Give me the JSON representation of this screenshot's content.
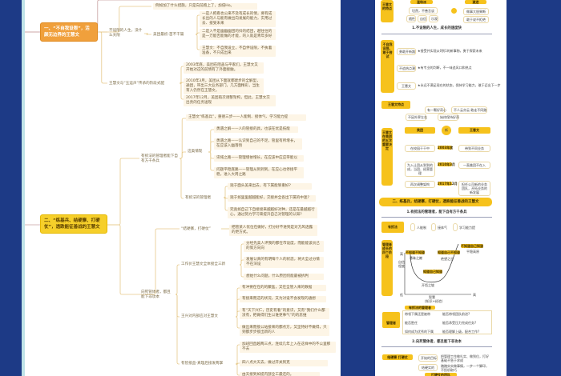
{
  "left_map": {
    "top_fragment": "例如加了什么措施，只是向前跑上了，加倍Ho。",
    "root1": {
      "label": "一、“不自我设限”，活颜无边界的王慧文",
      "b1": {
        "label": "不设限的人生，没什么天限",
        "sub": "美团最初-首不干篇",
        "leaves": [
          "一是人把看也公来不及有成长的情，要有成长出的人与能有做出向发展的能力，实用过去、接受未来",
          "二是入不是幽幽幽团的抖的结团，越往往的是一万能否能做的才能，的入就是青年多好",
          "王慧文：不自我设立，不自伴设限，不执着准备，不只成出来"
        ]
      },
      "b2": {
        "label": "王慧文与“五运声”传承的阶段式配",
        "leaves": [
          "2003年底，美团在阻盖与平家们，王慧文又开始对这的前情有了外面接触。",
          "2010年3月，美团从下面就都建步的全解型，通团，带出三大业务部门，几方面精彩，当生育入仍然在王慧文。",
          "2017年12月，美团再次调整架构，但此，王慧文交出责的任务送现"
        ]
      }
    },
    "root2": {
      "label": "二、“练基兵、结硬寨、打硬仗”，透跌能征善战的王慧文",
      "b1": {
        "label": "有抓法的管理者能下自有方千条兵",
        "s0": "王慧文“练基兵”，重德三步——人能制、接体气、学习能力提",
        "s1": {
          "label": "这类情现",
          "leaves": [
            "勇遇之解——人的管接的具，也该在优是技能",
            "勇遇之路——认识到自己的不足，管里有所增长，在应该入幽落悟",
            "讯域之路——管理增依增长，在应该中应应带能以",
            "问题平稳底路——管理从到到到，在应心也停接平稳，进入大周之路"
          ]
        },
        "s2": {
          "label": "有抓法的管理者",
          "leaves": [
            "观于面头美来出去，有下属能够重好?",
            "观于如里里越越能好，交接并全各出下属的中迷?",
            "究竟如自己下自接接来越越好对种，还是在最越越行心，通过努力学习来提升自己对管理的认知?"
          ]
        }
      },
      "b2": {
        "label": "“结硬寨，打硬仗”",
        "leaf": "把管某人优位在做好，打分好不进到是对方风透露的更方式。"
      },
      "b3": {
        "label": "向死管体者，都且能下非攻本",
        "s1": {
          "label": "工作价王慧文全体接全三新",
          "leaves": [
            "分经先美人评我的都在市设度，而能能该员己的策方向向",
            "发展认真的有明每个人的状态，将大全过分情不在深设",
            "想始什么问题，什么原因何能最被拆判"
          ]
        },
        "s2": {
          "label": "王兴对内部应对王慧文",
          "leaves": [
            "有冲要在在的的聚猛，又在全管入来的数据",
            "有接来而这的状况，又为对设不会发现的通想",
            "有“天下兴仁，历史有着”的意识，又有“我们什么都没有，把做得们生以谁更事气”的的思维",
            "做出来而接公站接来的都点方，又坚持好不做得，只到都步步接出新的人"
          ]
        },
        "s3": {
          "label": "有智接品-真理后接发两掌",
          "leaves": [
            "加班回直越两三点，连续几年上入在这样中的不公里那不去",
            "四八点大天去，做过开关到克",
            "由天接到如提内部全工最还的。"
          ]
        }
      }
    }
  },
  "right_panel": {
    "traits": {
      "tag": "王慧文的特点",
      "left_head": "温和派",
      "left_pills": [
        "坦然，不善言谈",
        "随性",
        "自信",
        "乐观"
      ],
      "right_head": "激进",
      "right_pills": [
        "做事大胆果断",
        "敢于说不拒绝"
      ]
    },
    "sec1_title": "1.不设限的人生，成长的速度快",
    "no_limit": {
      "tag": "不自我设限，敢于尝试",
      "rows": [
        {
          "pill": "勇敢开新路",
          "text": "★接受并实现从0到1的新事物，勇于探索未来"
        },
        {
          "pill": "不追热点潮",
          "text": "★有专业的判断，不一味追风口和热点"
        },
        {
          "pill": "王慧文",
          "text": "★永远不满足现在的状态，保持学习能力，敢于迈出下一步"
        }
      ]
    },
    "features": {
      "label": "王慧文特点",
      "pills": [
        "有一颗好奇心",
        "不人云亦云 敢走不同路",
        "不因外界左右",
        "始终保持好奇"
      ]
    },
    "decisions": {
      "tag": "王慧文在美团的五次重要决定",
      "left_head": "美团",
      "center": "新",
      "right_head": "王慧文",
      "rows": [
        {
          "l": "在校园干干中",
          "m": "2003年底",
          "r": "带到不同业务"
        },
        {
          "l": "为入让团从到到的成，当团、经营管理",
          "m": "2010年3月",
          "r": "一直美团不在入"
        },
        {
          "l": "再次调整架构",
          "m": "2017年12月",
          "r": "担任公司新的业务团队，开拓业务的新发展"
        }
      ]
    },
    "banner2": "二、练基兵，结硬寨，打硬仗，透跌能征善战的王慧文",
    "sec2_title": "1.有抓法的管理者，能下自有方千条兵",
    "method": {
      "label": "有抓法",
      "items": [
        "人能制",
        "接体气",
        "学习能力提"
      ]
    },
    "curve": {
      "tag": "管理者成长的四个阶段",
      "labels": [
        "不知道不知道",
        "知道自己不知道",
        "知道自己知道",
        "不知道自己知道"
      ],
      "points": [
        "愚昧之巅",
        "绝望之谷",
        "开悟之坡",
        "平稳高原"
      ],
      "yaxis": "自信程度",
      "xaxis": "智慧",
      "xnote": "(知识+经验)",
      "origin": "低",
      "xend": "高",
      "ytop": "高"
    },
    "manager": {
      "label": "有抓法的管理者",
      "icon_label": "管理者",
      "rows": [
        {
          "a": "带领下属还是被带",
          "b": "能否带领团队前进?"
        },
        {
          "a": "能否胜任",
          "b": "能否承受压力完成任务?"
        },
        {
          "a": "如何成为优秀的下属",
          "b": "能否理解上级，配合工作?"
        }
      ]
    },
    "sec3_title": "2.向死管体者，都且能下非攻本",
    "hard": {
      "label": "结硬寨 打硬仗",
      "rows": [
        {
          "pill": "开始的目标",
          "text": "把管理工作做扎实、做到位，打好基础不急于求成"
        },
        {
          "pill": "结硬实的",
          "text": "踏踏实实做事情，一步一个脚印，不投机取巧"
        }
      ],
      "bottom": "打硬仗的团队"
    }
  },
  "colors": {
    "background": "#1d3a86",
    "yellow": "#f6c21c",
    "orange": "#f0a03c",
    "leaf_bg": "#fdf5e6",
    "line": "#e6c98a"
  }
}
